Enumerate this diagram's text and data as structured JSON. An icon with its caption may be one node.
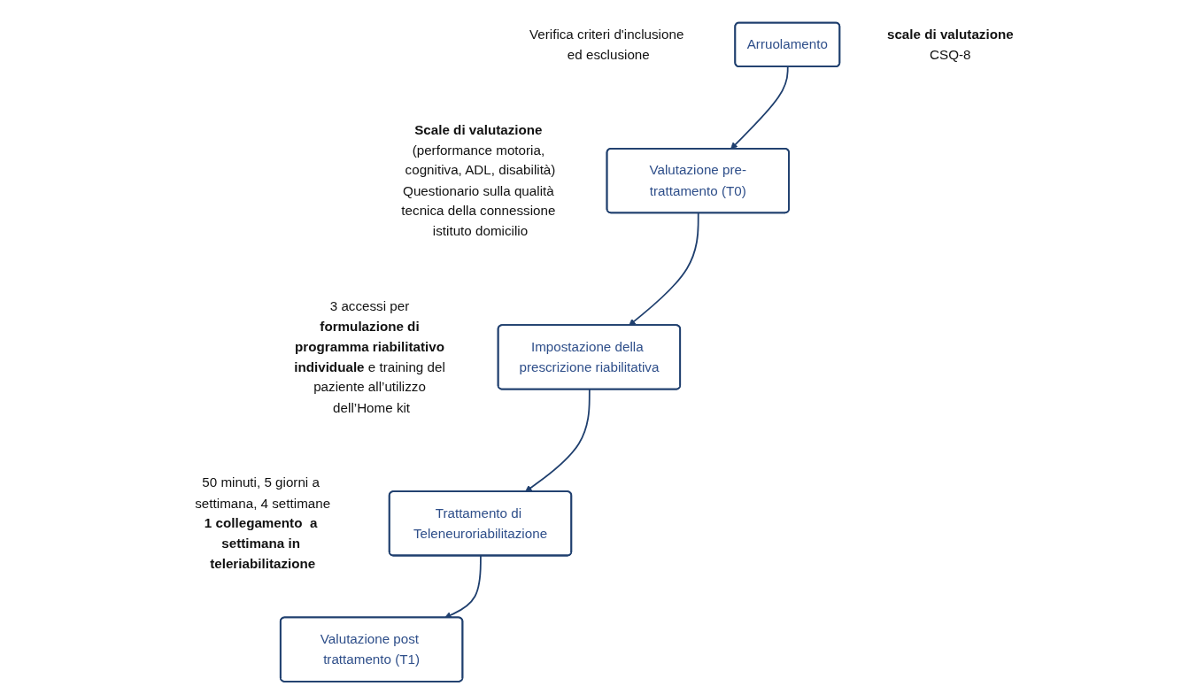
{
  "diagram": {
    "nodes": [
      {
        "text": [
          "Arruolamento"
        ],
        "beside": [
          "Verifica criteri d'inclusione ed esclusione"
        ]
      },
      {
        "text": [
          "Valutazione pre-trattamento (T0)"
        ],
        "beside": [
          "**Scale di valutazione** (performance motoria, cognitiva, ADL, disabilità)",
          "Questionario sulla qualità tecnica della connessione istituto domicilio"
        ]
      },
      {
        "text": [
          "Impostazione della prescrizione riabilitativa"
        ],
        "beside": [
          "3 accessi per **formulazione di programma riabilitativo individuale** e training del paziente all’utilizzo dell’Home kit"
        ]
      },
      {
        "text": [
          "Trattamento di Teleneuroriabilitazione"
        ],
        "beside": [
          "50 minuti, 5 giorni a settimana, 4 settimane",
          "**1 collegamento  a settimana in teleriabilitazione**"
        ]
      },
      {
        "text": [
          "Valutazione post trattamento (T1)"
        ],
        "beside": [
          "**scale di valutazione**",
          "CSQ-8"
        ]
      }
    ],
    "edges": [
      {
        "from": 0,
        "to": 1,
        "arrow": "to"
      },
      {
        "from": 1,
        "to": 2,
        "arrow": "to"
      },
      {
        "from": 2,
        "to": 3,
        "arrow": "to"
      },
      {
        "from": 3,
        "to": 4,
        "arrow": "to"
      }
    ]
  }
}
